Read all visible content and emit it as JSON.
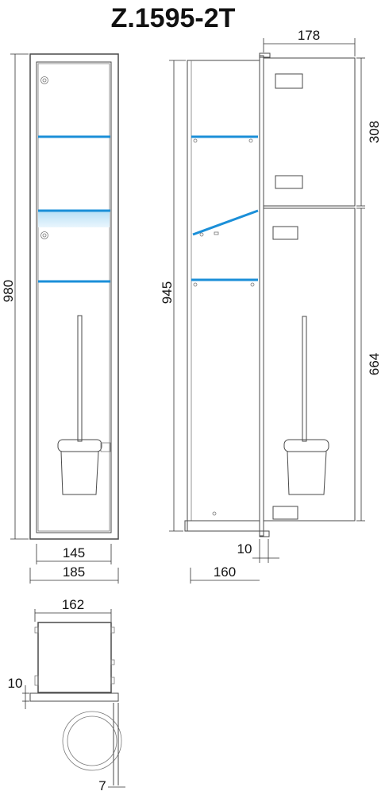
{
  "title": "Z.1595-2T",
  "front_view": {
    "height": "980",
    "inner_width": "145",
    "outer_width": "185"
  },
  "side_view": {
    "height": "945",
    "door_offset": "10",
    "depth": "160"
  },
  "door_view": {
    "width": "178",
    "upper_door_height": "308",
    "lower_door_height": "664"
  },
  "top_view": {
    "width": "162",
    "flange": "10",
    "wall_gap": "7"
  },
  "colors": {
    "glass_shelf": "#1b8fd8",
    "shelf_glow": "#bfe2f6"
  }
}
